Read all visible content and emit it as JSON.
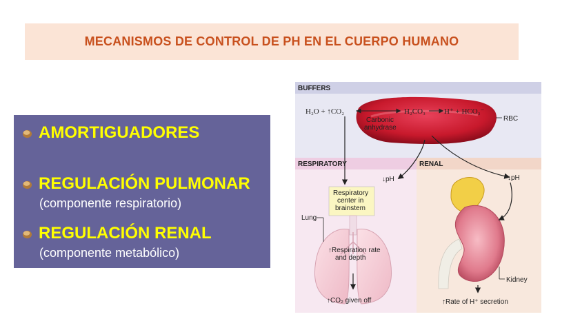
{
  "title": "MECANISMOS DE CONTROL DE PH EN EL CUERPO HUMANO",
  "bullets": [
    {
      "label": "AMORTIGUADORES",
      "sub": ""
    },
    {
      "label": "REGULACIÓN PULMONAR",
      "sub": "(componente respiratorio)"
    },
    {
      "label": "REGULACIÓN RENAL",
      "sub": "(componente metabólico)"
    }
  ],
  "diagram": {
    "sections": {
      "buffers": "BUFFERS",
      "respiratory": "RESPIRATORY",
      "renal": "RENAL"
    },
    "equation": {
      "left": "H₂O + ↑CO₂",
      "middle": "H₂CO₃",
      "products": "H⁺ + HCO₃⁻",
      "enzyme_line1": "Carbonic",
      "enzyme_line2": "anhydrase",
      "rbc": "RBC"
    },
    "respiratory": {
      "ph": "↓pH",
      "center_line1": "Respiratory",
      "center_line2": "center in",
      "center_line3": "brainstem",
      "lung": "Lung",
      "rate_line1": "↑Respiration rate",
      "rate_line2": "and depth",
      "co2": "↑CO₂ given off"
    },
    "renal": {
      "ph": "↓pH",
      "kidney": "Kidney",
      "secretion": "↑Rate of H⁺ secretion"
    },
    "colors": {
      "buffers_header": "#cfd0e6",
      "buffers_bg": "#e8e8f3",
      "respiratory_header": "#eecde2",
      "respiratory_bg": "#f7e8f1",
      "renal_header": "#f2d6c8",
      "renal_bg": "#f8e8dd",
      "rbc": "#c8192c",
      "center_box": "#fbf6c2"
    }
  }
}
